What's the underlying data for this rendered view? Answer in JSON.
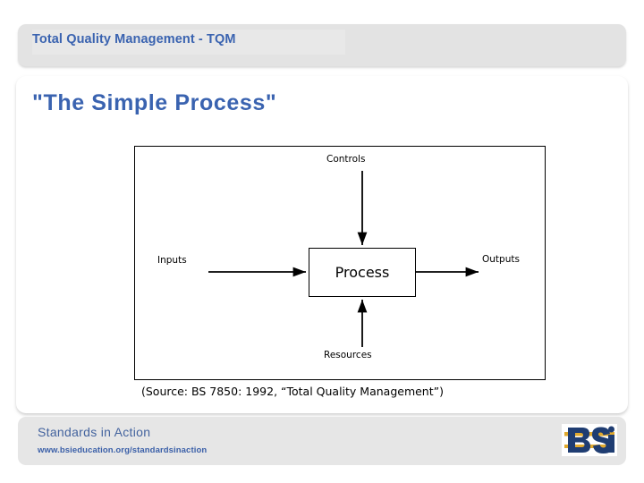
{
  "header": {
    "title": "Total Quality Management - TQM"
  },
  "slide": {
    "title": "\"The Simple Process\"",
    "source_caption": "(Source:  BS 7850:  1992, “Total Quality Management”)"
  },
  "diagram": {
    "type": "process-flow",
    "center_box_label": "Process",
    "labels": {
      "top": "Controls",
      "left": "Inputs",
      "right": "Outputs",
      "bottom": "Resources"
    }
  },
  "footer": {
    "heading": "Standards in Action",
    "url": "www.bsieducation.org/standardsinaction",
    "logo_text": "BSI"
  },
  "colors": {
    "heading_blue": "#3a63b0",
    "footer_blue": "#43639e",
    "banner_gray": "#e3e3e3",
    "footer_gray": "#e6e6e6",
    "logo_blue": "#1f3d72",
    "logo_gold": "#e8b73a",
    "diagram_stroke": "#000000"
  }
}
